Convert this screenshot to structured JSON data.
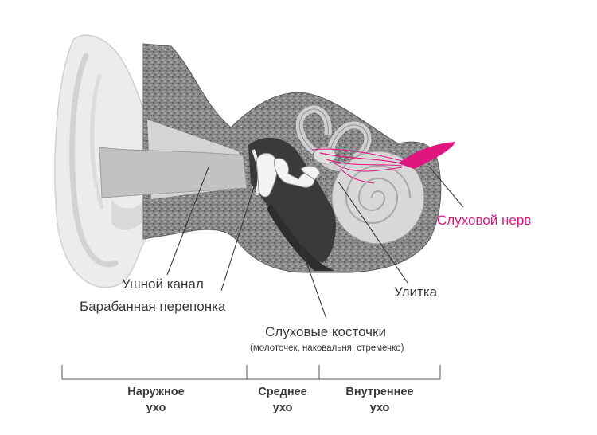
{
  "labels": {
    "ear_canal": "Ушной канал",
    "eardrum": "Барабанная перепонка",
    "ossicles": "Слуховые косточки",
    "ossicles_detail": "(молоточек, наковальня, стремечко)",
    "cochlea": "Улитка",
    "auditory_nerve": "Слуховой нерв"
  },
  "sections": {
    "outer": {
      "line1": "Наружное",
      "line2": "ухо"
    },
    "middle": {
      "line1": "Среднее",
      "line2": "ухо"
    },
    "inner": {
      "line1": "Внутреннее",
      "line2": "ухо"
    }
  },
  "colors": {
    "nerve": "#e0157f",
    "skin": "#e8e8e8",
    "bone": "#7a7a7a",
    "canal": "#c4c4c4",
    "cochlea": "#d6d6d6",
    "text": "#3a3a3a"
  }
}
